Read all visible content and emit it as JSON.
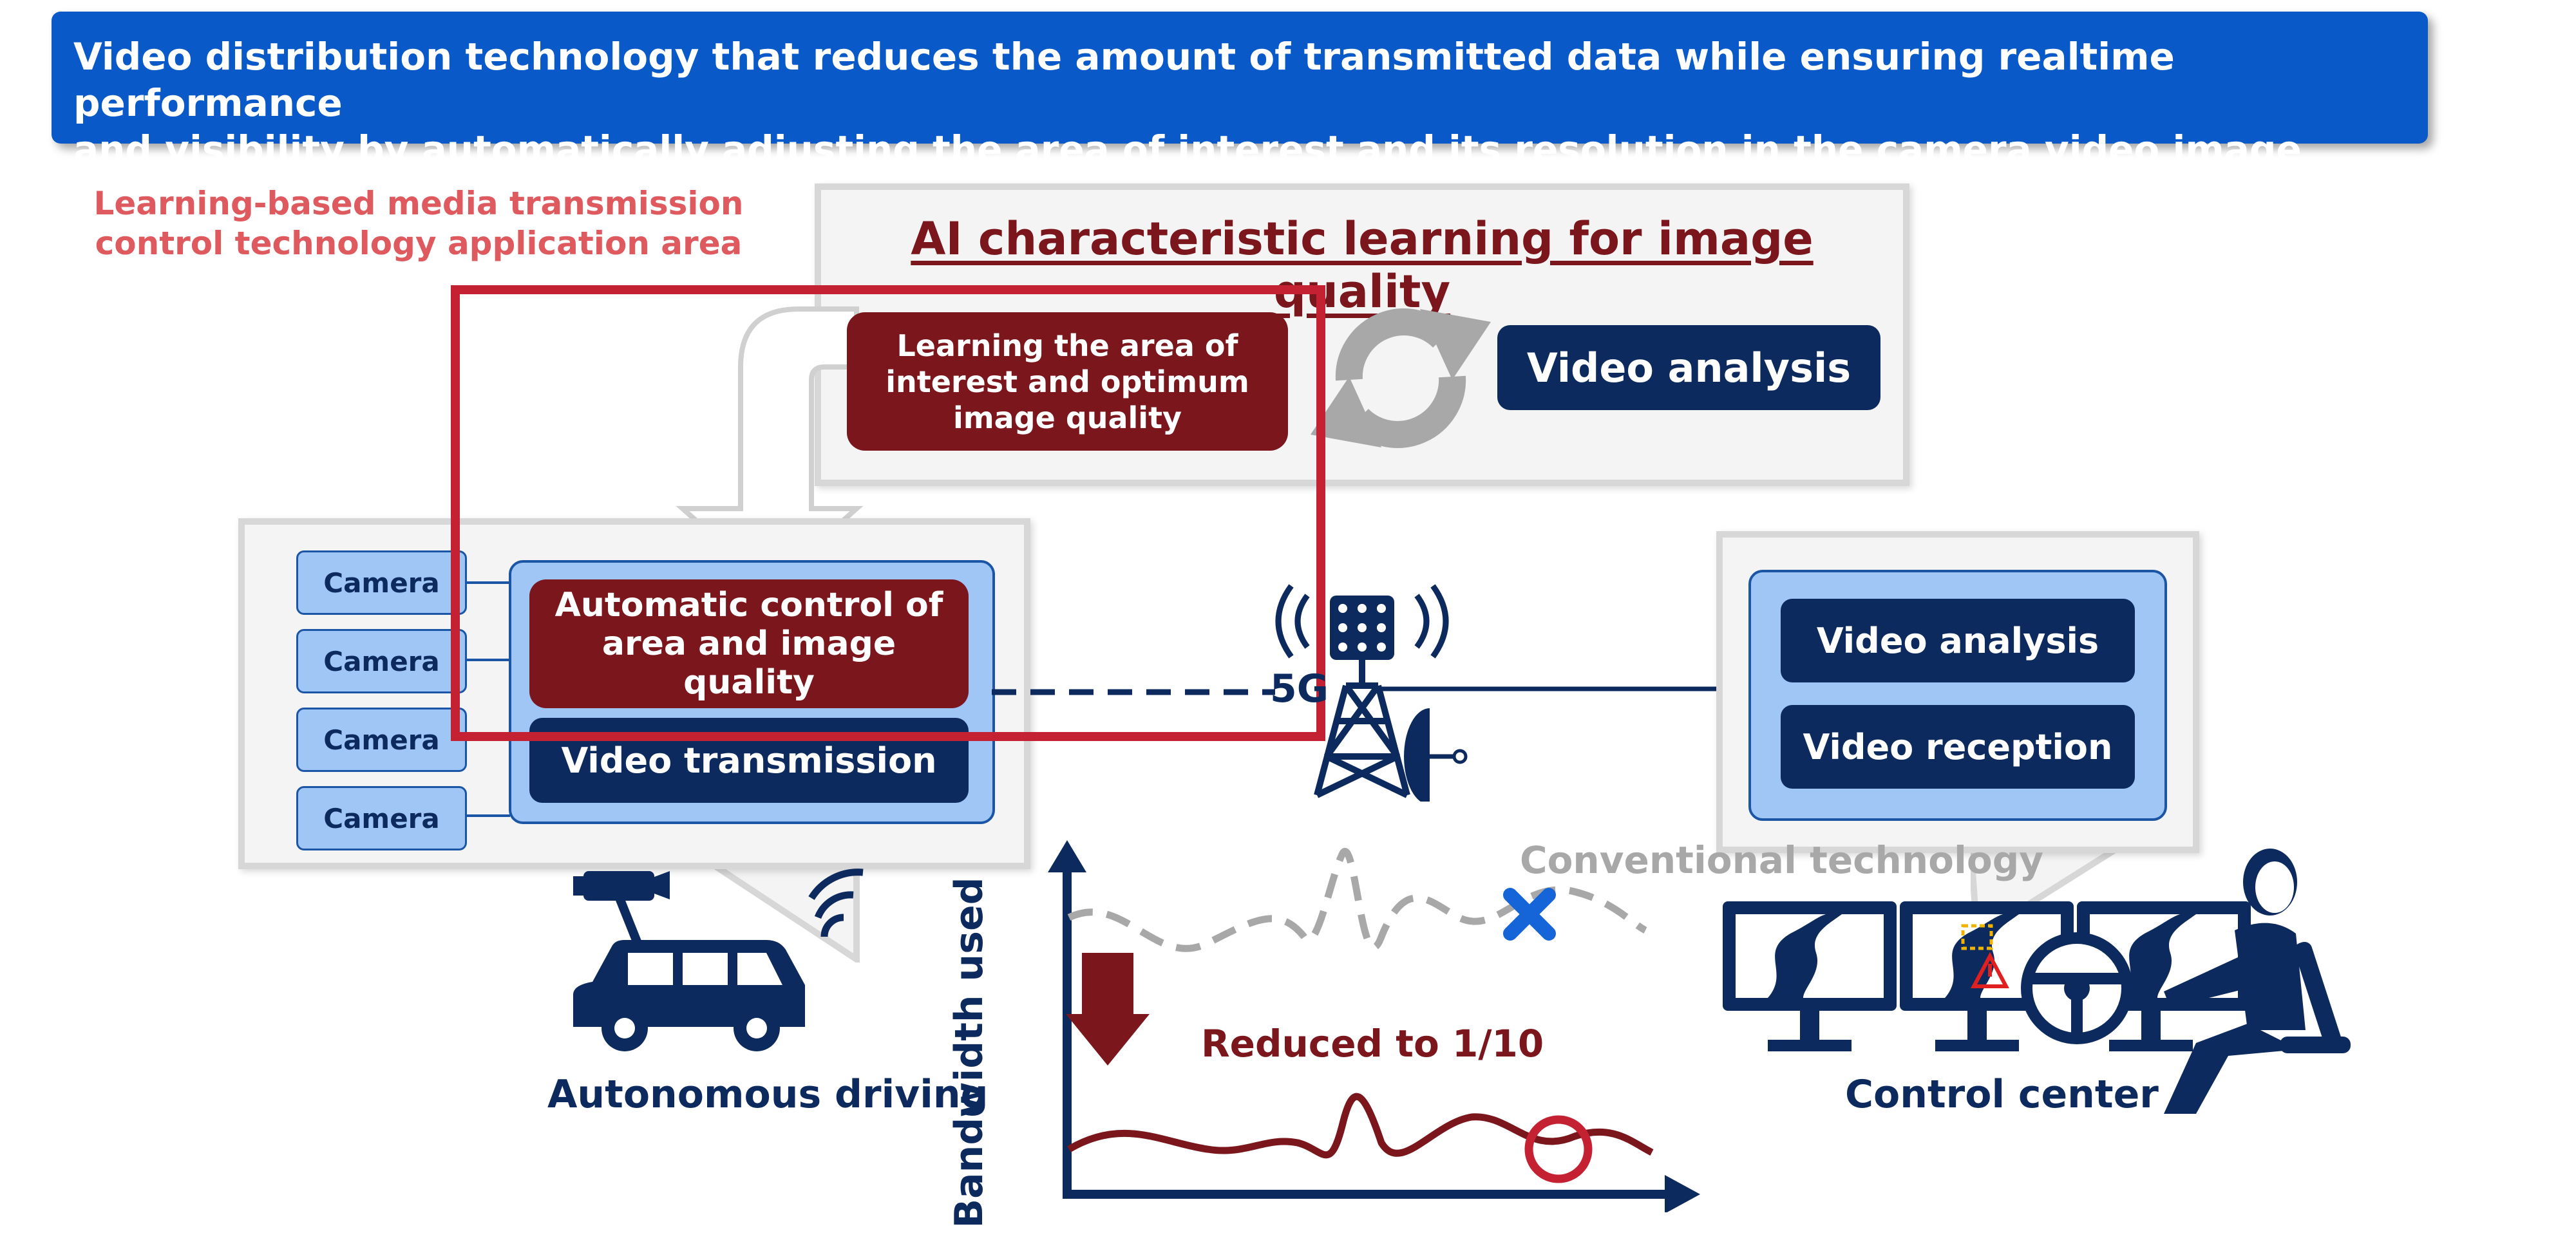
{
  "banner": {
    "line1": "Video distribution technology that reduces the amount of transmitted data while ensuring realtime performance",
    "line2": "and visibility by automatically adjusting the area of interest and its resolution in the camera video image"
  },
  "application_area": {
    "line1": "Learning-based media transmission",
    "line2": "control technology application area"
  },
  "ai_learning": {
    "title": "AI characteristic learning for image quality",
    "learning_box": [
      "Learning the area of",
      "interest and optimum",
      "image quality"
    ],
    "video_analysis": "Video analysis"
  },
  "vehicle": {
    "cameras": [
      "Camera",
      "Camera",
      "Camera",
      "Camera"
    ],
    "auto_control": [
      "Automatic control of",
      "area and image",
      "quality"
    ],
    "video_transmission": "Video transmission",
    "label": "Autonomous driving"
  },
  "network": {
    "label": "5G"
  },
  "control_center": {
    "video_analysis": "Video analysis",
    "video_reception": "Video reception",
    "label": "Control center"
  },
  "graph": {
    "ylabel": "Bandwidth used",
    "conventional": "Conventional technology",
    "reduced": "Reduced to 1/10"
  },
  "colors": {
    "banner_blue": "#0a59c9",
    "navy": "#0d2a5e",
    "maroon": "#7a161c",
    "red_frame": "#c42232",
    "light_blue": "#9fc6f4",
    "pink_text": "#de5a5e",
    "gray_dashed": "#a8a8a8",
    "cross_blue": "#1565d8"
  }
}
